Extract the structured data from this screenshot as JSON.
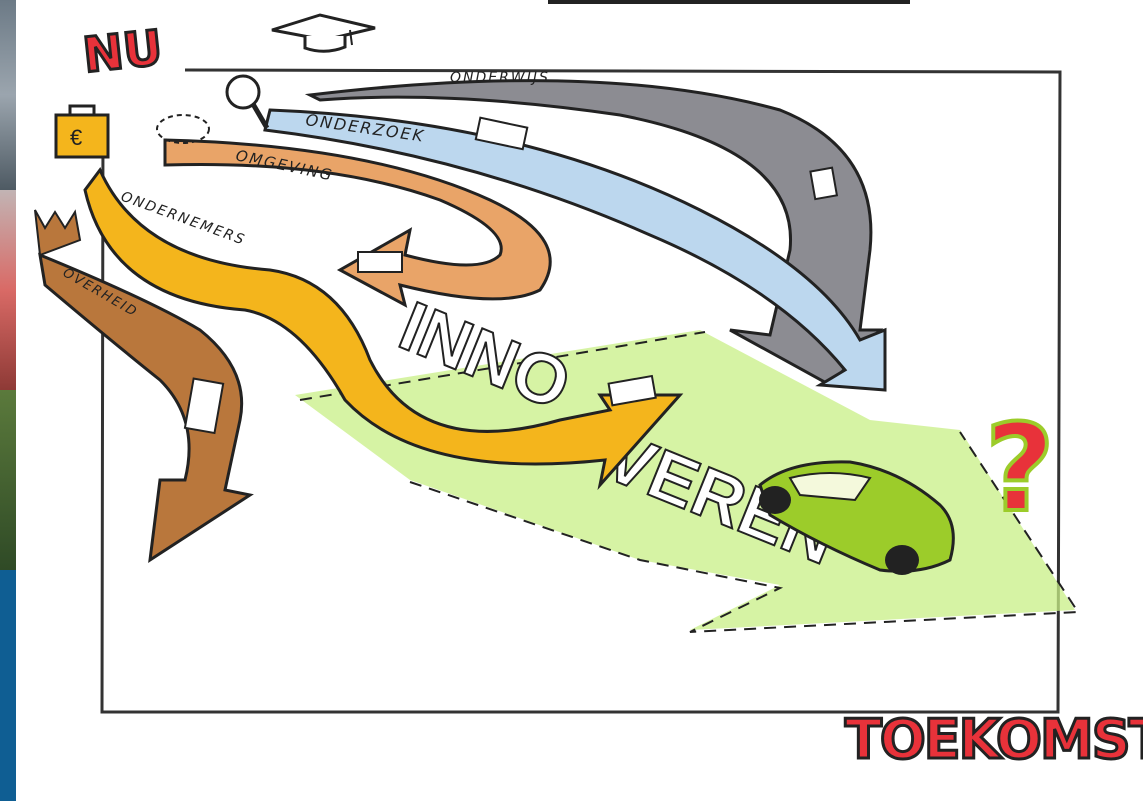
{
  "header": {
    "now_label": "NU"
  },
  "footer": {
    "future_label": "TOEKOMST"
  },
  "arrows": {
    "education": "ONDERWIJS",
    "research": "ONDERZOEK",
    "environment": "OMGEVING",
    "entrepreneurs": "ONDERNEMERS",
    "government": "OVERHEID",
    "innovation_part1": "INNO",
    "innovation_part2": "VEREN"
  },
  "icons": {
    "euro_symbol": "€",
    "question": "?"
  },
  "colors": {
    "red_title": "#e8323a",
    "education_grey": "#8c8c92",
    "research_blue": "#bcd7ee",
    "environment_orange": "#e9a468",
    "entrepreneurs_yellow": "#f4b51c",
    "government_brown": "#b9773c",
    "innovation_green": "#c8ef86",
    "car_green": "#9ccc2a",
    "side_blue": "#0f5e93"
  }
}
